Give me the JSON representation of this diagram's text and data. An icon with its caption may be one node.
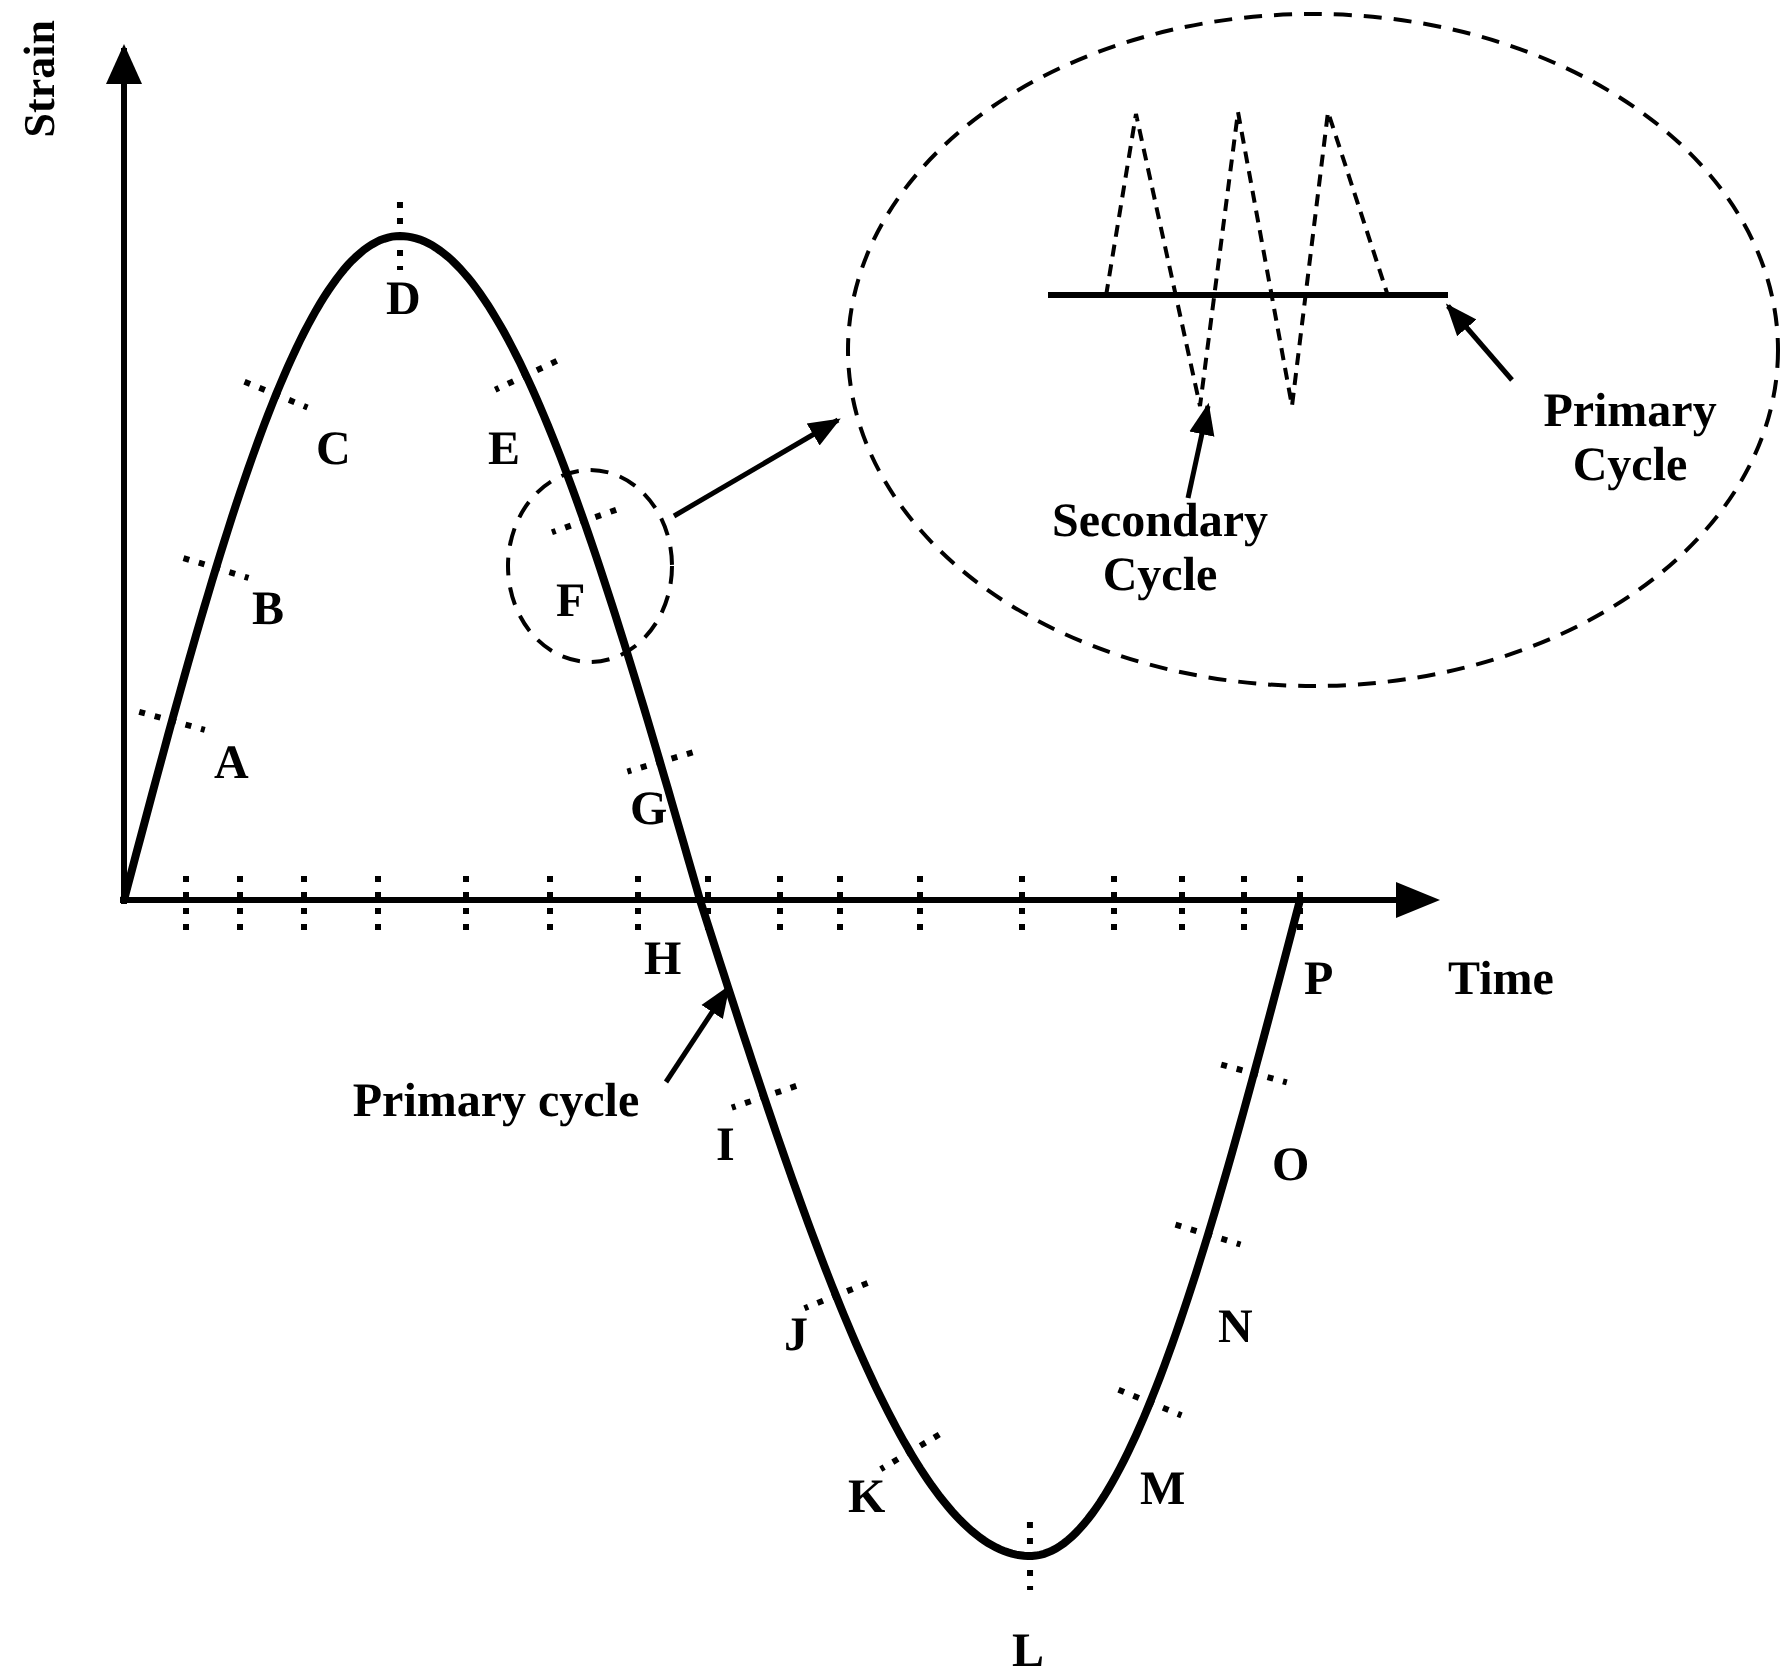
{
  "diagram": {
    "nodes": [
      {
        "text": [
          "F"
        ]
      },
      {
        "text": [],
        "shape": "ellipse"
      },
      {
        "text": [
          "Secondary Cycle"
        ],
        "in": 1
      },
      {
        "text": [
          "Primary Cycle"
        ],
        "in": 1
      },
      {
        "text": [],
        "shape": "line",
        "in": 1
      },
      {
        "text": [],
        "shape": "zigzag",
        "in": 1
      },
      {
        "text": [
          "Primary cycle"
        ]
      }
    ],
    "edges": [
      {
        "from": 0,
        "to": 1,
        "arrow": "to"
      },
      {
        "from": 2,
        "to": 5,
        "arrow": "to"
      },
      {
        "from": 3,
        "to": 4,
        "arrow": "to"
      },
      {
        "from": 6,
        "to": null,
        "arrow": "to"
      }
    ],
    "labels": [
      "Strain",
      "D",
      "C",
      "E",
      "B",
      "A",
      "G",
      "H",
      "P",
      "Time",
      "I",
      "O",
      "N",
      "J",
      "M",
      "K",
      "L"
    ]
  }
}
